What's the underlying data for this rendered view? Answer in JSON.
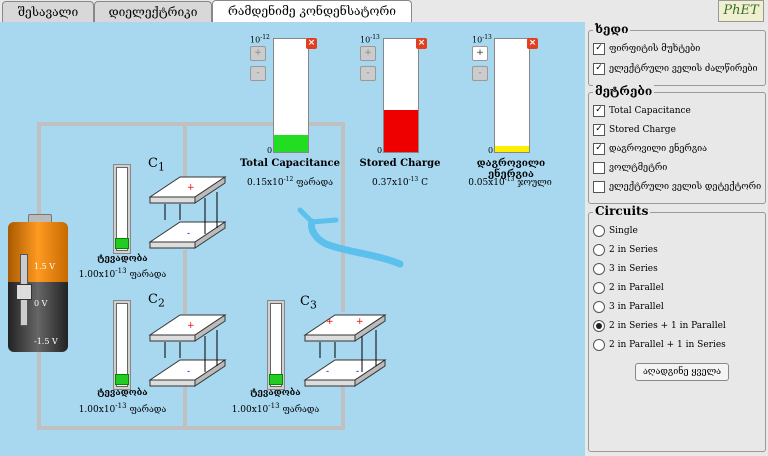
{
  "tabs": [
    {
      "label": "შესავალი",
      "active": false
    },
    {
      "label": "დიელექტრიკი",
      "active": false
    },
    {
      "label": "რამდენიმე კონდენსატორი",
      "active": true
    }
  ],
  "logo": "PhET",
  "meters": [
    {
      "name": "Total Capacitance",
      "exponent_label": "10",
      "exponent": "-12",
      "zero": "0",
      "value": "0.15x10",
      "value_exp": "-12",
      "unit": "ფარადა",
      "fill_fraction": 0.15,
      "color": "#22dd22"
    },
    {
      "name": "Stored Charge",
      "exponent_label": "10",
      "exponent": "-13",
      "zero": "0",
      "value": "0.37x10",
      "value_exp": "-13",
      "unit": "C",
      "fill_fraction": 0.37,
      "color": "#ee0000"
    },
    {
      "name": "დაგროვილი ენერგია",
      "exponent_label": "10",
      "exponent": "-13",
      "zero": "0",
      "value": "0.05x10",
      "value_exp": "-13",
      "unit": "ჯოული",
      "fill_fraction": 0.05,
      "color": "#ffee00"
    }
  ],
  "battery": {
    "top": "1.5 V",
    "mid": "0 V",
    "bottom": "-1.5 V"
  },
  "capacitors": [
    {
      "label": "C",
      "sub": "1"
    },
    {
      "label": "C",
      "sub": "2"
    },
    {
      "label": "C",
      "sub": "3"
    }
  ],
  "dielectric_sliders": [
    {
      "label": "ტევადობა",
      "value": "1.00x10",
      "exp": "-13",
      "unit": "ფარადა"
    },
    {
      "label": "ტევადობა",
      "value": "1.00x10",
      "exp": "-13",
      "unit": "ფარადა"
    },
    {
      "label": "ტევადობა",
      "value": "1.00x10",
      "exp": "-13",
      "unit": "ფარადა"
    }
  ],
  "view": {
    "title": "ხედი",
    "items": [
      {
        "label": "ფირფიტის მუხტები",
        "checked": true
      },
      {
        "label": "ელექტრული ველის ძალწირები",
        "checked": true
      }
    ]
  },
  "meters_panel": {
    "title": "მეტრები",
    "items": [
      {
        "label": "Total Capacitance",
        "checked": true
      },
      {
        "label": "Stored Charge",
        "checked": true
      },
      {
        "label": "დაგროვილი ენერგია",
        "checked": true
      },
      {
        "label": "ვოლტმეტრი",
        "checked": false
      },
      {
        "label": "ელექტრული ველის დეტექტორი",
        "checked": false
      }
    ]
  },
  "circuits": {
    "title": "Circuits",
    "options": [
      {
        "label": "Single",
        "selected": false
      },
      {
        "label": "2 in Series",
        "selected": false
      },
      {
        "label": "3 in Series",
        "selected": false
      },
      {
        "label": "2 in Parallel",
        "selected": false
      },
      {
        "label": "3 in Parallel",
        "selected": false
      },
      {
        "label": "2 in Series + 1 in Parallel",
        "selected": true
      },
      {
        "label": "2 in Parallel + 1 in Series",
        "selected": false
      }
    ]
  },
  "reset_label": "აღადგინე ყველა",
  "signs": {
    "plus": "+",
    "minus": "-"
  },
  "checkmark": "✓",
  "close_glyph": "×",
  "zoom_in": "+",
  "zoom_out": "-"
}
